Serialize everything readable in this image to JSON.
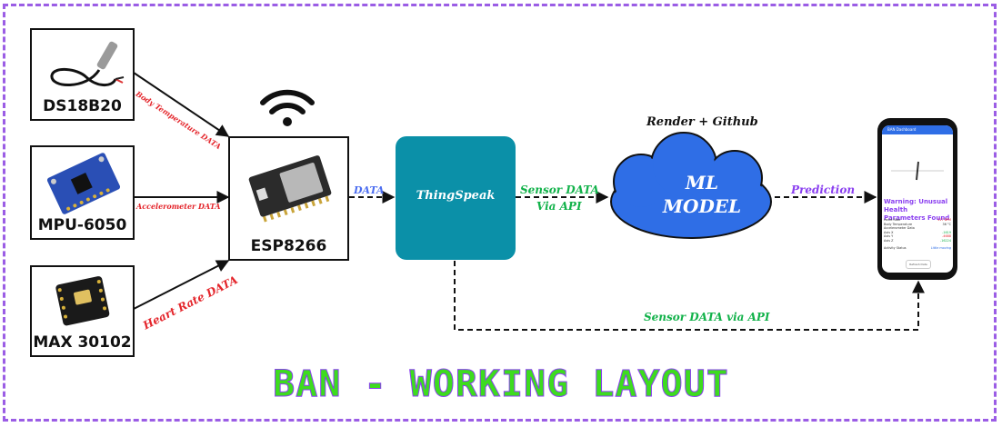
{
  "nodes": {
    "ds18b20": "DS18B20",
    "mpu6050": "MPU-6050",
    "max30102": "MAX 30102",
    "esp8266": "ESP8266",
    "thingspeak": "ThingSpeak",
    "ml_model_line1": "ML",
    "ml_model_line2": "MODEL",
    "render_github": "Render + Github"
  },
  "edges": {
    "body_temp": "Body Temperature DATA",
    "accel": "Accelerometer DATA",
    "heart_rate": "Heart Rate DATA",
    "data": "DATA",
    "sensor_data_line1": "Sensor DATA",
    "sensor_data_line2": "Via API",
    "prediction": "Prediction",
    "sensor_data_via_api": "Sensor DATA via API"
  },
  "phone": {
    "app_title": "BAN Dashboard",
    "warning_line1": "Warning: Unusual Health",
    "warning_line2": "Parameters Found",
    "rows": [
      {
        "label": "Heart Rate",
        "value": "117 BPM"
      },
      {
        "label": "Body Temperature",
        "value": "36 °C"
      },
      {
        "label": "Accelerometer Data",
        "value": ""
      },
      {
        "label": "Axis X",
        "value": "-1619"
      },
      {
        "label": "Axis Y",
        "value": "-4688"
      },
      {
        "label": "Axis Z",
        "value": "-16224"
      },
      {
        "label": "Activity Status",
        "value": "Little moving"
      }
    ],
    "refresh": "Refresh Data"
  },
  "title": "BAN - WORKING LAYOUT",
  "colors": {
    "frame": "#9b5de5",
    "thingspeak": "#0b90a8",
    "cloud": "#2f6ee6",
    "label_red": "#e4252b",
    "label_green": "#12b24a",
    "label_purple": "#8a3ff0",
    "title": "#3ddc1e"
  },
  "icons": [
    "wifi-icon",
    "temperature-probe-icon",
    "imu-board-icon",
    "pulse-sensor-icon",
    "esp8266-board-icon"
  ]
}
